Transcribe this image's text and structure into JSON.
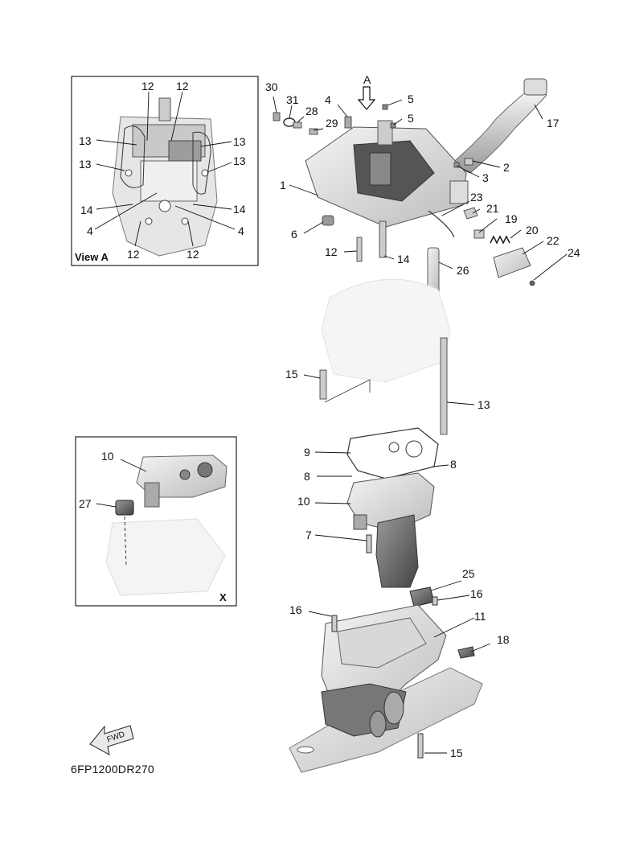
{
  "view_direction_label": "A",
  "inset_a": {
    "title": "View A"
  },
  "inset_x": {
    "title": "X"
  },
  "fwd_label": "FWD",
  "drawing_code": "6FP1200DR270",
  "callouts": {
    "a12a": "12",
    "a12b": "12",
    "a13a": "13",
    "a13b": "13",
    "a13c": "13",
    "a13d": "13",
    "a14a": "14",
    "a14b": "14",
    "a4a": "4",
    "a4b": "4",
    "a12c": "12",
    "a12d": "12",
    "x10": "10",
    "x27": "27",
    "p30": "30",
    "p31": "31",
    "p28": "28",
    "p29": "29",
    "p4": "4",
    "p5a": "5",
    "p5b": "5",
    "p17": "17",
    "p2": "2",
    "p3": "3",
    "p1": "1",
    "p23": "23",
    "p21": "21",
    "p19": "19",
    "p20": "20",
    "p22": "22",
    "p24": "24",
    "p6": "6",
    "p12": "12",
    "p14": "14",
    "p26": "26",
    "p15a": "15",
    "p13": "13",
    "p9": "9",
    "p8a": "8",
    "p8b": "8",
    "p10": "10",
    "p7": "7",
    "p25": "25",
    "p16a": "16",
    "p16b": "16",
    "p11": "11",
    "p18": "18",
    "p15b": "15"
  }
}
